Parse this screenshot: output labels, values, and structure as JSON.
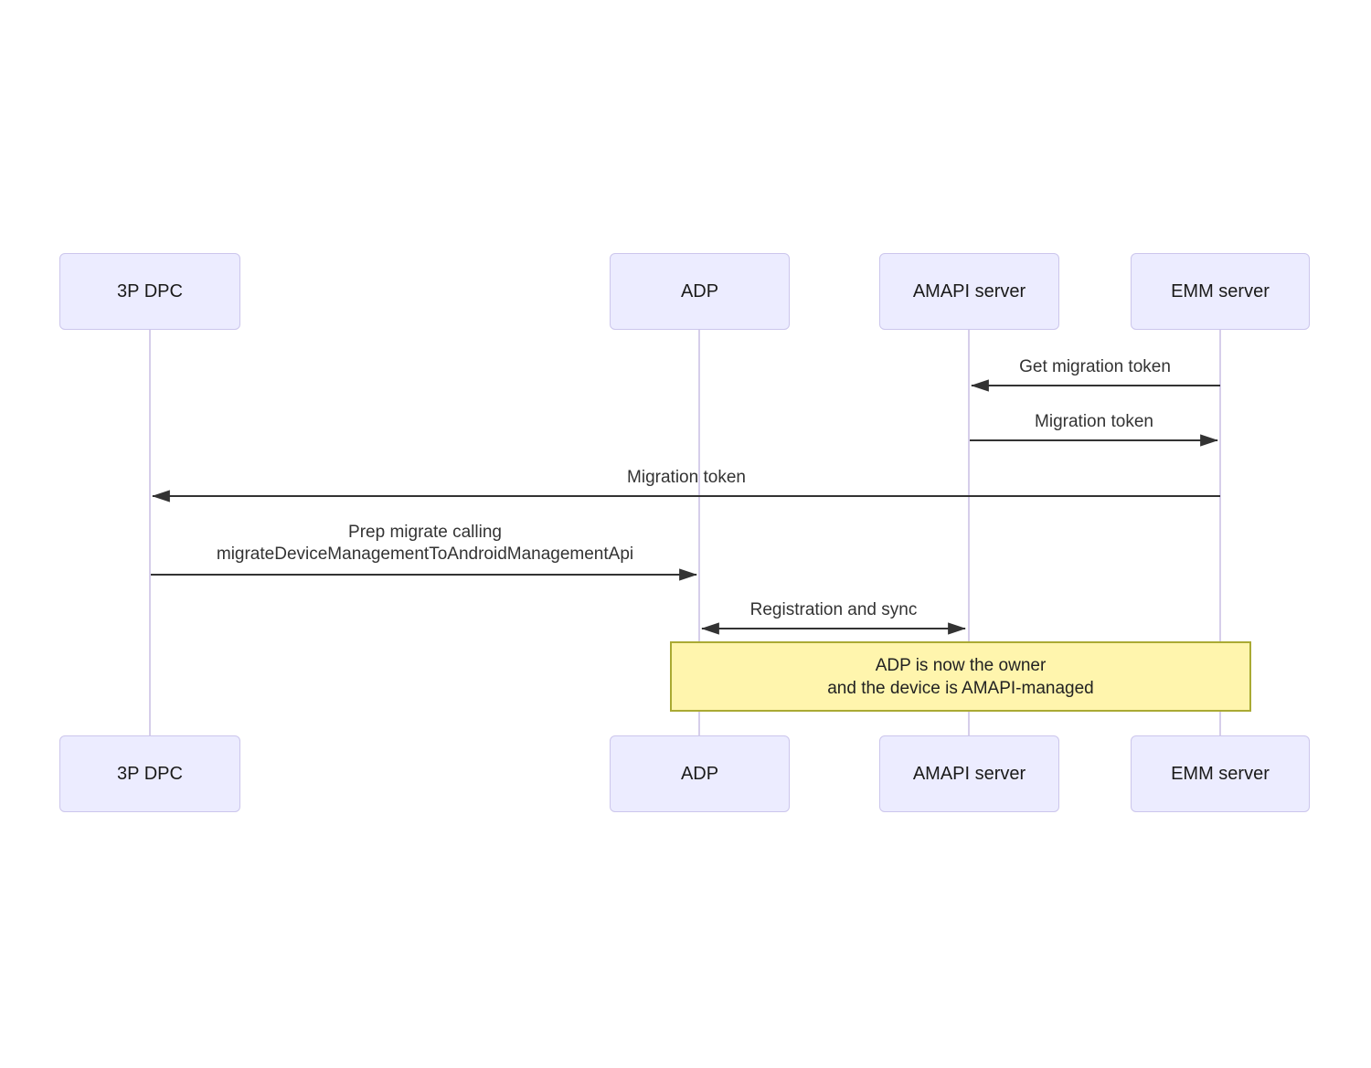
{
  "diagram": {
    "type": "sequence",
    "actors": [
      {
        "label": "3P DPC"
      },
      {
        "label": "ADP"
      },
      {
        "label": "AMAPI server"
      },
      {
        "label": "EMM server"
      }
    ],
    "messages": [
      {
        "from": "EMM server",
        "to": "AMAPI server",
        "label": "Get migration token",
        "bidirectional": false
      },
      {
        "from": "AMAPI server",
        "to": "EMM server",
        "label": "Migration token",
        "bidirectional": false
      },
      {
        "from": "EMM server",
        "to": "3P DPC",
        "label": "Migration token",
        "bidirectional": false
      },
      {
        "from": "3P DPC",
        "to": "ADP",
        "label_line1": "Prep migrate calling",
        "label_line2": "migrateDeviceManagementToAndroidManagementApi",
        "bidirectional": false
      },
      {
        "from": "ADP",
        "to": "AMAPI server",
        "label": "Registration and sync",
        "bidirectional": true
      }
    ],
    "note": {
      "over": "ADP, EMM server",
      "line1": "ADP is now the owner",
      "line2": "and the device is AMAPI-managed"
    },
    "colors": {
      "actor_fill": "#ECECFF",
      "actor_border": "#CCC6EC",
      "lifeline": "#D6CEEA",
      "note_fill": "#FFF5AD",
      "note_border": "#AAAA33",
      "arrow": "#333333",
      "text": "#333333"
    }
  }
}
